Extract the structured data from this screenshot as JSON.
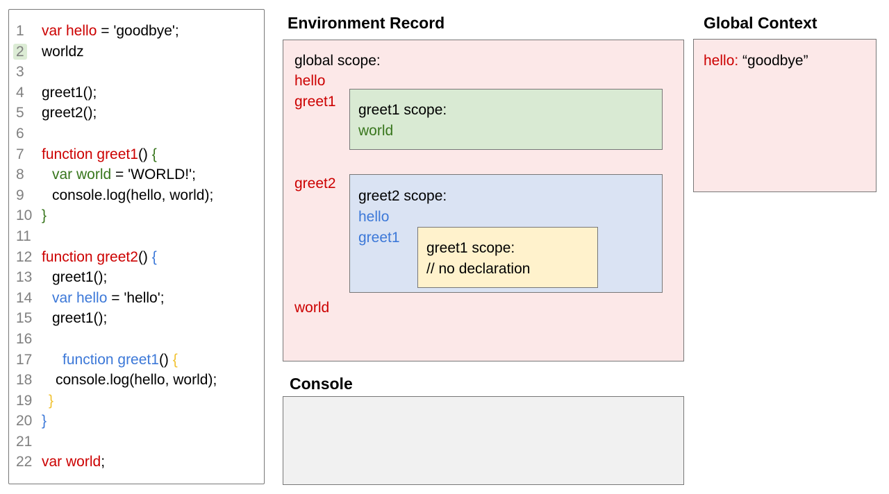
{
  "code_panel": {
    "lines": [
      {
        "n": "1",
        "segs": [
          {
            "c": "red",
            "t": "var hello"
          },
          {
            "c": "black",
            "t": " = 'goodbye';"
          }
        ]
      },
      {
        "n": "2",
        "highlight": true,
        "segs": [
          {
            "c": "black",
            "t": "worldz"
          }
        ]
      },
      {
        "n": "3",
        "segs": []
      },
      {
        "n": "4",
        "segs": [
          {
            "c": "black",
            "t": "greet1();"
          }
        ]
      },
      {
        "n": "5",
        "segs": [
          {
            "c": "black",
            "t": "greet2();"
          }
        ]
      },
      {
        "n": "6",
        "segs": []
      },
      {
        "n": "7",
        "segs": [
          {
            "c": "red",
            "t": "function greet1"
          },
          {
            "c": "black",
            "t": "() "
          },
          {
            "c": "green",
            "t": "{"
          }
        ]
      },
      {
        "n": "8",
        "indent": 15,
        "segs": [
          {
            "c": "green",
            "t": "var world"
          },
          {
            "c": "black",
            "t": " = 'WORLD!';"
          }
        ]
      },
      {
        "n": "9",
        "indent": 15,
        "segs": [
          {
            "c": "black",
            "t": "console.log(hello, world);"
          }
        ]
      },
      {
        "n": "10",
        "segs": [
          {
            "c": "green",
            "t": "}"
          }
        ]
      },
      {
        "n": "11",
        "segs": []
      },
      {
        "n": "12",
        "segs": [
          {
            "c": "red",
            "t": "function greet2"
          },
          {
            "c": "black",
            "t": "() "
          },
          {
            "c": "blue",
            "t": "{"
          }
        ]
      },
      {
        "n": "13",
        "indent": 15,
        "segs": [
          {
            "c": "black",
            "t": "greet1();"
          }
        ]
      },
      {
        "n": "14",
        "indent": 15,
        "segs": [
          {
            "c": "blue",
            "t": "var hello"
          },
          {
            "c": "black",
            "t": " = 'hello';"
          }
        ]
      },
      {
        "n": "15",
        "indent": 15,
        "segs": [
          {
            "c": "black",
            "t": "greet1();"
          }
        ]
      },
      {
        "n": "16",
        "segs": []
      },
      {
        "n": "17",
        "indent": 30,
        "segs": [
          {
            "c": "blue",
            "t": "function greet1"
          },
          {
            "c": "black",
            "t": "() "
          },
          {
            "c": "gold",
            "t": "{"
          }
        ]
      },
      {
        "n": "18",
        "indent": 20,
        "segs": [
          {
            "c": "black",
            "t": "console.log(hello, world);"
          }
        ]
      },
      {
        "n": "19",
        "indent": 10,
        "segs": [
          {
            "c": "gold",
            "t": "}"
          }
        ]
      },
      {
        "n": "20",
        "segs": [
          {
            "c": "blue",
            "t": "}"
          }
        ]
      },
      {
        "n": "21",
        "segs": []
      },
      {
        "n": "22",
        "segs": [
          {
            "c": "red",
            "t": "var world"
          },
          {
            "c": "black",
            "t": ";"
          }
        ]
      }
    ]
  },
  "environment_record": {
    "title": "Environment Record",
    "global_scope_label": "global scope:",
    "var_hello": "hello",
    "var_greet1": "greet1",
    "var_greet2": "greet2",
    "var_world": "world",
    "greet1_scope": {
      "label": "greet1 scope:",
      "var_world": "world"
    },
    "greet2_scope": {
      "label": "greet2 scope:",
      "var_hello": "hello",
      "var_greet1": "greet1",
      "inner_greet1_scope": {
        "label": "greet1 scope:",
        "comment": "// no declaration"
      }
    }
  },
  "global_context": {
    "title": "Global Context",
    "entry_key": "hello:",
    "entry_value": " “goodbye”"
  },
  "console_panel": {
    "title": "Console"
  },
  "colors": {
    "red_text": "#cc0000",
    "green_text": "#38761d",
    "blue_text": "#3c78d8",
    "gold_text": "#f1c232",
    "line_number_gray": "#808080",
    "pink_bg": "#fce8e8",
    "green_bg": "#d9ead3",
    "blue_bg": "#dae3f3",
    "yellow_bg": "#fff2cc",
    "console_bg": "#f1f1f1",
    "line_highlight_bg": "#dcecd5",
    "border_gray": "#777777"
  }
}
